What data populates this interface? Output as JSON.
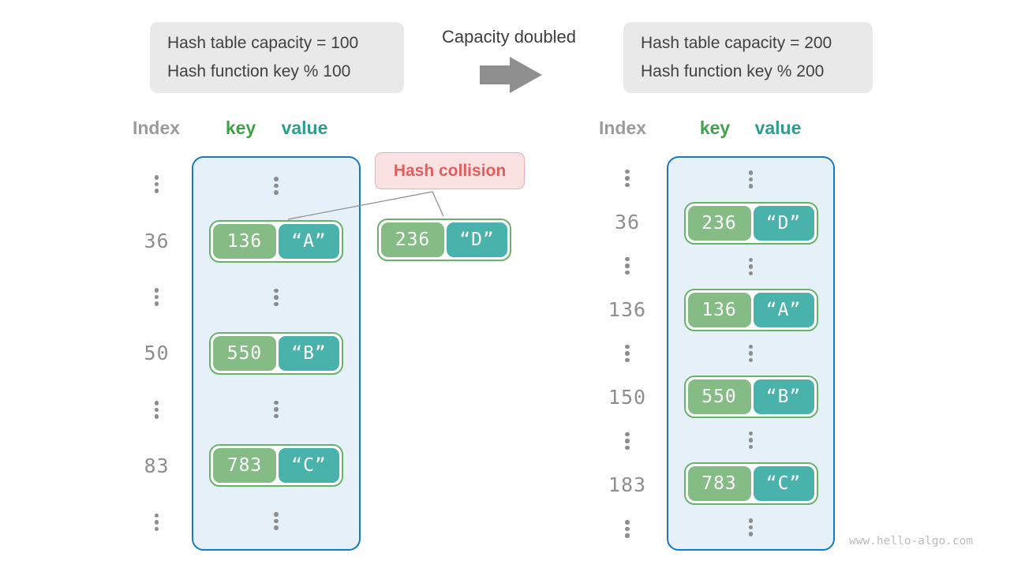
{
  "info_before": {
    "line1": "Hash table capacity = 100",
    "line2": "Hash function key % 100"
  },
  "info_after": {
    "line1": "Hash table capacity = 200",
    "line2": "Hash function key % 200"
  },
  "transition": {
    "label": "Capacity doubled",
    "arrow_icon": "right-arrow"
  },
  "columns": {
    "index": "Index",
    "key": "key",
    "value": "value"
  },
  "collision": {
    "label": "Hash collision",
    "pair": {
      "key": "236",
      "value": "“D”"
    }
  },
  "left_table": {
    "rows": [
      {
        "type": "dots"
      },
      {
        "type": "pair",
        "index": "36",
        "key": "136",
        "value": "“A”"
      },
      {
        "type": "dots"
      },
      {
        "type": "pair",
        "index": "50",
        "key": "550",
        "value": "“B”"
      },
      {
        "type": "dots"
      },
      {
        "type": "pair",
        "index": "83",
        "key": "783",
        "value": "“C”"
      },
      {
        "type": "dots"
      }
    ]
  },
  "right_table": {
    "rows": [
      {
        "type": "dots"
      },
      {
        "type": "pair",
        "index": "36",
        "key": "236",
        "value": "“D”"
      },
      {
        "type": "dots"
      },
      {
        "type": "pair",
        "index": "136",
        "key": "136",
        "value": "“A”"
      },
      {
        "type": "dots"
      },
      {
        "type": "pair",
        "index": "150",
        "key": "550",
        "value": "“B”"
      },
      {
        "type": "dots"
      },
      {
        "type": "pair",
        "index": "183",
        "key": "783",
        "value": "“C”"
      },
      {
        "type": "dots"
      }
    ]
  },
  "watermark": "www.hello-algo.com",
  "colors": {
    "box_fill": "#e9e9e9",
    "arrow": "#8f8f8f",
    "gray_text": "#9b9b9b",
    "key_header": "#3fa24b",
    "value_header": "#2e9c8e",
    "container_border": "#1779c2",
    "container_fill": "#e6f0f9",
    "pair_border": "#69b269",
    "key_fill": "#85bb84",
    "value_fill": "#48b2ab",
    "collision_fill": "#fbe2e2",
    "collision_border": "#f2aaaa",
    "collision_text": "#e35d5d",
    "connector": "#8a8a8a"
  }
}
